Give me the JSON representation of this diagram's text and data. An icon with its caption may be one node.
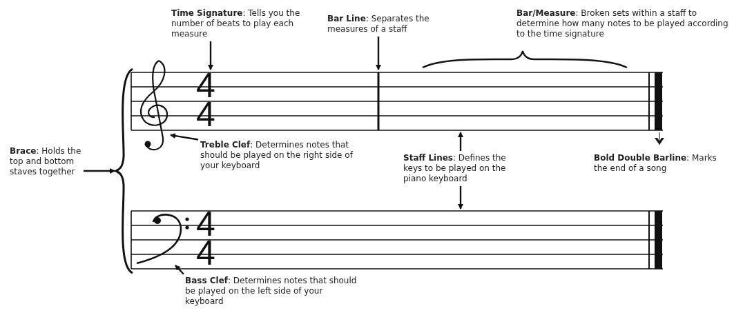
{
  "diagram": {
    "nodes": [
      {
        "text": [
          "**Time Signature**: Tells you the number of beats to play each measure"
        ]
      },
      {
        "text": [
          "**Bar Line**: Separates the measures of a staff"
        ]
      },
      {
        "text": [
          "**Bar/Measure**: Broken sets within a staff to determine how many notes to be played according to the time signature"
        ]
      },
      {
        "text": [
          "**Brace**: Holds the top and bottom staves together"
        ]
      },
      {
        "text": [
          "**Treble Clef**: Determines notes that should be played on the right side of your keyboard"
        ]
      },
      {
        "text": [
          "**Staff Lines**: Defines the keys to be played on the piano keyboard"
        ]
      },
      {
        "text": [
          "**Bold Double Barline**: Marks the end of a song"
        ]
      },
      {
        "text": [
          "**Bass Clef**: Determines notes that should be played on the left side of your keyboard"
        ]
      },
      {
        "text": [
          "4",
          "4"
        ],
        "in": 12
      },
      {
        "text": [],
        "shape": "bar",
        "in": 12
      },
      {
        "text": [],
        "shape": "brace"
      },
      {
        "text": [],
        "shape": "symbol"
      },
      {
        "text": [],
        "shape": "staff"
      },
      {
        "text": [],
        "shape": "staff"
      },
      {
        "text": [],
        "shape": "bar",
        "in": 12
      },
      {
        "text": [],
        "shape": "symbol",
        "in": 13
      },
      {
        "text": [],
        "shape": "bar",
        "in": 13
      }
    ],
    "edges": [
      {
        "from": 0,
        "to": 8,
        "arrow": "to"
      },
      {
        "from": 1,
        "to": 9,
        "arrow": "to"
      },
      {
        "from": 3,
        "to": 10,
        "arrow": "to"
      },
      {
        "from": 4,
        "to": 11,
        "arrow": "to"
      },
      {
        "from": 5,
        "to": 12,
        "arrow": "to"
      },
      {
        "from": 5,
        "to": 13,
        "arrow": "to"
      },
      {
        "from": 14,
        "to": 6,
        "arrow": "to"
      },
      {
        "from": 7,
        "to": 15,
        "arrow": "to"
      }
    ],
    "labels": [
      "4",
      "4"
    ]
  }
}
